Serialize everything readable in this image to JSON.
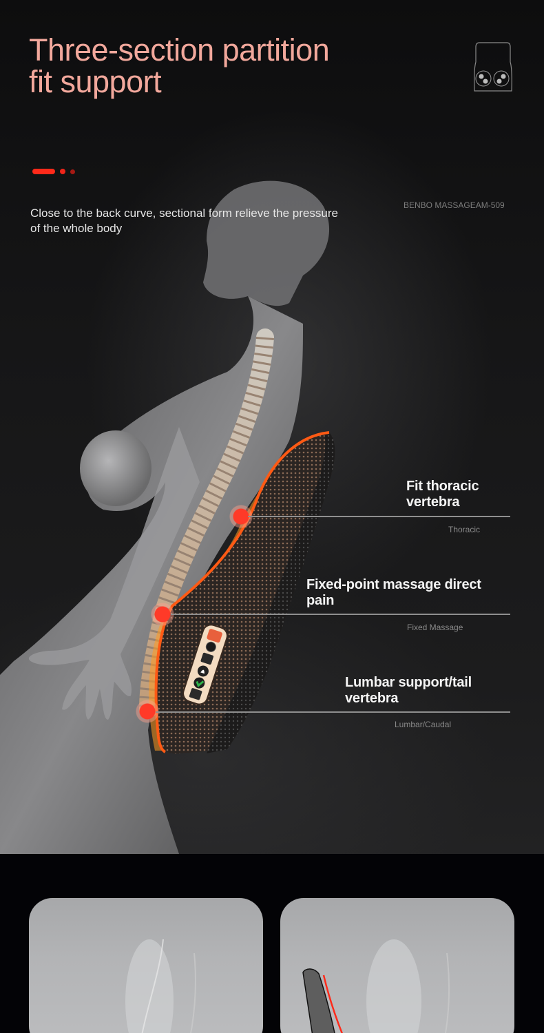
{
  "hero": {
    "title": "Three-section partition\nfit support",
    "title_color": "#f2a89c",
    "product_icon": "massager-top-view-icon",
    "indicator_dots": [
      "active-pill",
      "dot",
      "dot"
    ],
    "accent_color": "#ff2a1a",
    "subtitle": "Close to the back curve, sectional form relieve the pressure of the whole body",
    "brand_text": "BENBO MASSAGEAM-509"
  },
  "callouts": [
    {
      "title": "Fit thoracic vertebra",
      "title_line1": "Fit thoracic",
      "title_line2": "vertebra",
      "label": "Thoracic"
    },
    {
      "title": "Fixed-point massage direct pain",
      "title_line1": "Fixed-point massage direct",
      "title_line2": "pain",
      "label": "Fixed Massage"
    },
    {
      "title": "Lumbar support/tail vertebra",
      "title_line1": "Lumbar support/tail",
      "title_line2": "vertebra",
      "label": "Lumbar/Caudal"
    }
  ],
  "control_panel": {
    "buttons": [
      "power-icon",
      "mode-circle-icon",
      "heat-waves-icon",
      "flame-icon",
      "leaf-shield-icon",
      "grid-menu-icon"
    ],
    "colors": {
      "power": "#e8603c",
      "leaf": "#2fb14a",
      "panel": "#f3dcc2"
    }
  },
  "cards": [
    {
      "name": "without-support"
    },
    {
      "name": "with-support"
    }
  ]
}
